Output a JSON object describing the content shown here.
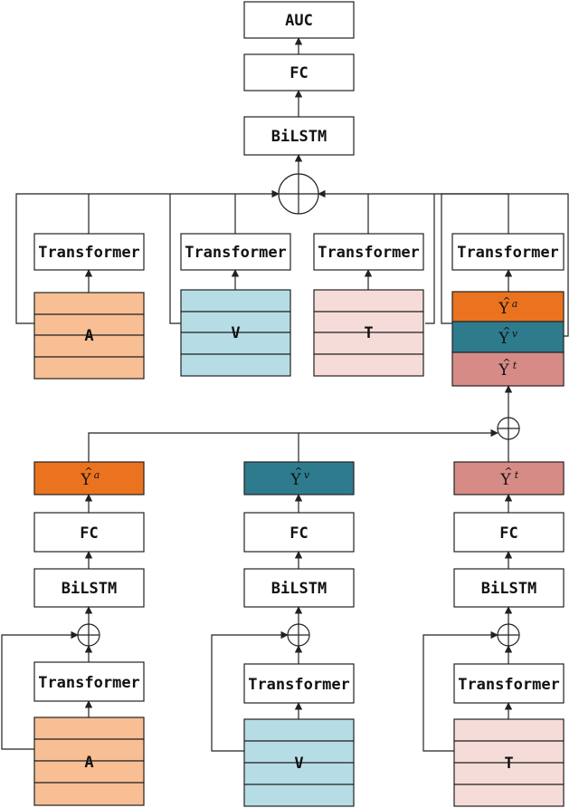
{
  "colors": {
    "audio": "#f8bf94",
    "video": "#b6dde6",
    "text": "#f5dcd8",
    "pred_audio": "#eb7320",
    "pred_video": "#2e7b8e",
    "pred_text": "#d78b86",
    "line": "#222222"
  },
  "top": {
    "auc": "AUC",
    "fc": "FC",
    "bilstm": "BiLSTM",
    "fusion_symbol": "⊕",
    "columns": [
      {
        "transformer": "Transformer",
        "input": "A"
      },
      {
        "transformer": "Transformer",
        "input": "V"
      },
      {
        "transformer": "Transformer",
        "input": "T"
      },
      {
        "transformer": "Transformer",
        "stack": [
          {
            "base": "Y",
            "hat": "^",
            "sup": "a"
          },
          {
            "base": "Y",
            "hat": "^",
            "sup": "v"
          },
          {
            "base": "Y",
            "hat": "^",
            "sup": "t"
          }
        ]
      }
    ]
  },
  "bottom": {
    "fusion_symbol": "⊕",
    "columns": [
      {
        "pred": {
          "base": "Y",
          "hat": "^",
          "sup": "a"
        },
        "fc": "FC",
        "bilstm": "BiLSTM",
        "transformer": "Transformer",
        "input": "A",
        "fusion_symbol": "⊕"
      },
      {
        "pred": {
          "base": "Y",
          "hat": "^",
          "sup": "v"
        },
        "fc": "FC",
        "bilstm": "BiLSTM",
        "transformer": "Transformer",
        "input": "V",
        "fusion_symbol": "⊕"
      },
      {
        "pred": {
          "base": "Y",
          "hat": "^",
          "sup": "t"
        },
        "fc": "FC",
        "bilstm": "BiLSTM",
        "transformer": "Transformer",
        "input": "T",
        "fusion_symbol": "⊕"
      }
    ]
  }
}
